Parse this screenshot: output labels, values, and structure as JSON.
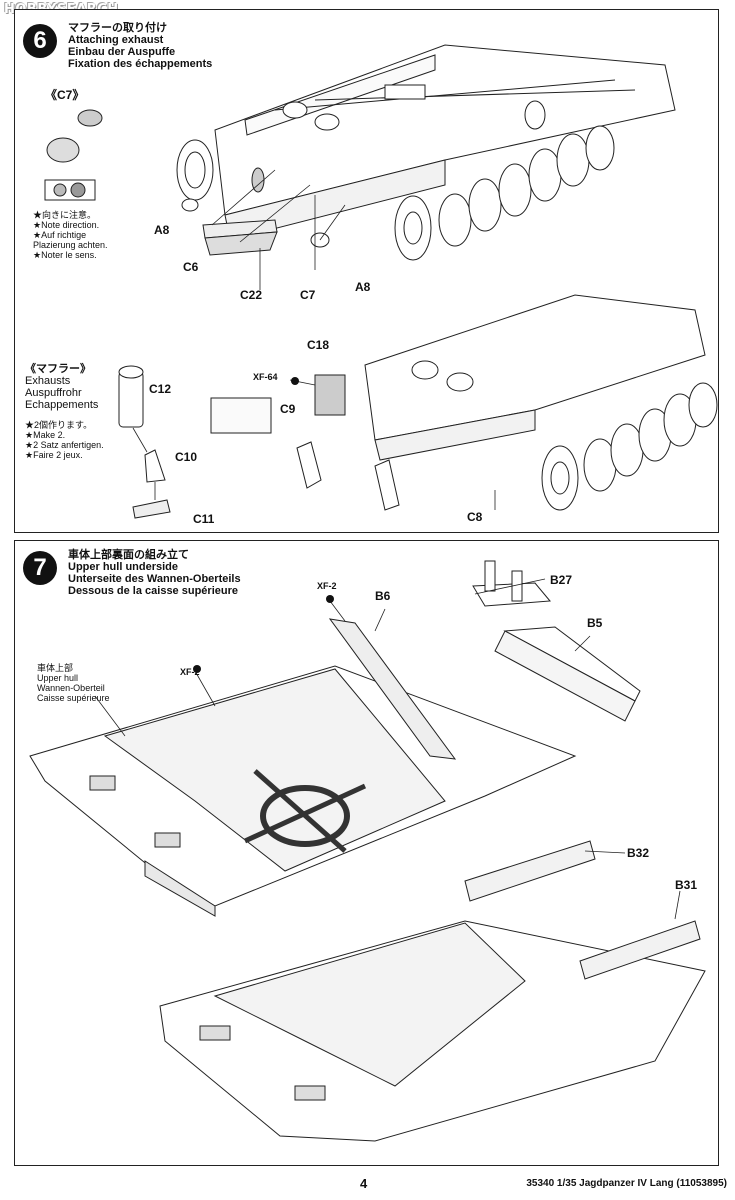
{
  "watermark": "HOBBYSEARCH",
  "step6": {
    "number": "6",
    "titles": [
      "マフラーの取り付け",
      "Attaching exhaust",
      "Einbau der Auspuffe",
      "Fixation des échappements"
    ],
    "c7_title": "《C7》",
    "note": [
      "★向きに注意。",
      "★Note direction.",
      "★Auf richtige",
      "Plazierung achten.",
      "★Noter le sens."
    ],
    "labels": {
      "a8_left": "A8",
      "c6": "C6",
      "c22": "C22",
      "c7": "C7",
      "a8_right": "A8"
    },
    "exhaust_title": "《マフラー》",
    "exhaust_titles": [
      "Exhausts",
      "Auspuffrohr",
      "Echappements"
    ],
    "make2": [
      "★2個作ります。",
      "★Make 2.",
      "★2 Satz anfertigen.",
      "★Faire 2 jeux."
    ],
    "labels2": {
      "c12": "C12",
      "c10": "C10",
      "c11": "C11",
      "c18": "C18",
      "xf64": "XF-64",
      "c9": "C9",
      "c8": "C8"
    }
  },
  "step7": {
    "number": "7",
    "titles": [
      "車体上部裏面の組み立て",
      "Upper hull underside",
      "Unterseite des Wannen-Oberteils",
      "Dessous de la caisse supérieure"
    ],
    "hull_label": [
      "車体上部",
      "Upper hull",
      "Wannen-Oberteil",
      "Caisse supérieure"
    ],
    "labels": {
      "xf2_top": "XF-2",
      "b6": "B6",
      "b27": "B27",
      "b5": "B5",
      "xf2_left": "XF-2",
      "b32": "B32",
      "b31": "B31"
    }
  },
  "footer": {
    "page": "4",
    "code": "35340 1/35 Jagdpanzer IV Lang (11053895)"
  }
}
